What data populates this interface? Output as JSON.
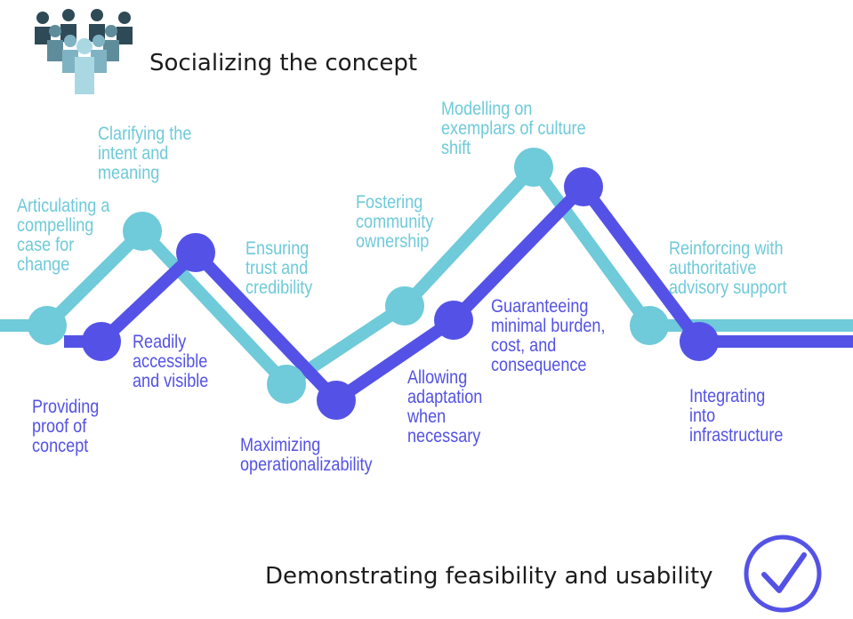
{
  "headings": {
    "socializing": "Socializing the concept",
    "demonstrating": "Demonstrating feasibility and usability"
  },
  "icons": {
    "people": "people-group-icon",
    "check": "checkmark-circle-icon"
  },
  "colors": {
    "teal": "#6fcad9",
    "blue": "#5452e6",
    "icon_dark": "#2e4a56",
    "icon_mid": "#5f8c9b"
  },
  "teal_labels": [
    "Articulating a\ncompelling\ncase for\nchange",
    "Clarifying the\nintent and\nmeaning",
    "Ensuring\ntrust and\ncredibility",
    "Fostering\ncommunity\nownership",
    "Modelling on\nexemplars of culture\nshift",
    "Reinforcing with\nauthoritative\nadvisory support"
  ],
  "blue_labels": [
    "Providing\nproof of\nconcept",
    "Readily\naccessible\nand visible",
    "Maximizing\noperationalizability",
    "Allowing\nadaptation\nwhen\nnecessary",
    "Guaranteeing\nminimal burden,\ncost, and\nconsequence",
    "Integrating\ninto\ninfrastructure"
  ]
}
